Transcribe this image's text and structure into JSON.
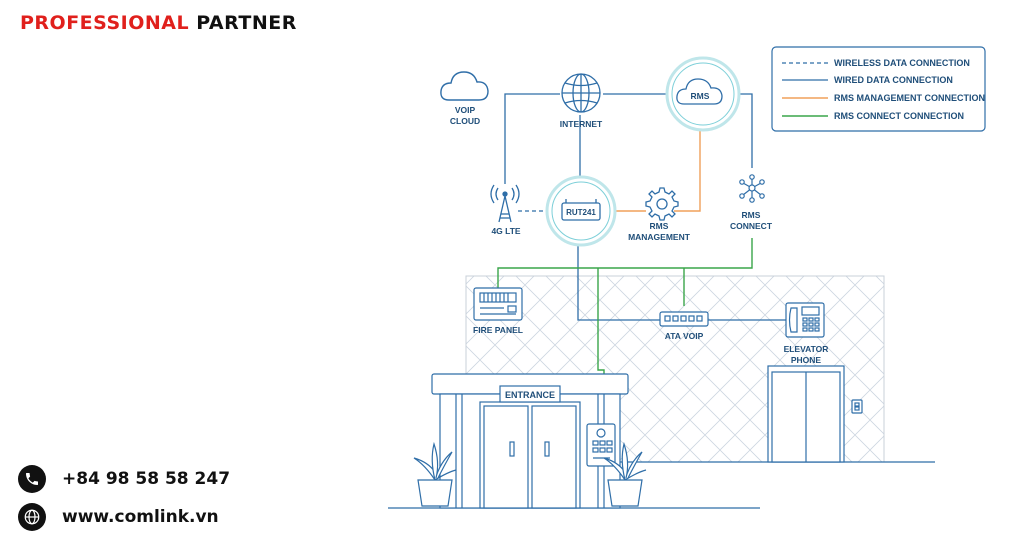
{
  "brand": {
    "part1": "PROFESSIONAL",
    "part2": "PARTNER"
  },
  "contacts": {
    "phone": "+84 98 58 58 247",
    "website": "www.comlink.vn"
  },
  "legend": {
    "wireless": "WIRELESS DATA CONNECTION",
    "wired": "WIRED DATA CONNECTION",
    "rms_mgmt": "RMS MANAGEMENT CONNECTION",
    "rms_connect": "RMS CONNECT CONNECTION"
  },
  "nodes": {
    "voip_cloud_1": "VOIP",
    "voip_cloud_2": "CLOUD",
    "internet": "INTERNET",
    "rms": "RMS",
    "lte": "4G LTE",
    "router": "RUT241",
    "rms_mgmt_1": "RMS",
    "rms_mgmt_2": "MANAGEMENT",
    "rms_connect_1": "RMS",
    "rms_connect_2": "CONNECT",
    "fire_panel": "FIRE PANEL",
    "ata_voip": "ATA VOIP",
    "elevator_1": "ELEVATOR",
    "elevator_2": "PHONE",
    "entrance": "ENTRANCE"
  },
  "colors": {
    "wired": "#2f6ea8",
    "wireless": "#2f6ea8",
    "rms_mgmt": "#f0a05a",
    "rms_connect": "#3aa64a",
    "text": "#1f4e79",
    "brand_red": "#e0201c"
  },
  "icons": {
    "phone": "phone-icon",
    "globe": "globe-icon",
    "cloud": "cloud-icon",
    "tower": "antenna-tower-icon",
    "gear": "gear-icon",
    "network": "network-icon"
  }
}
